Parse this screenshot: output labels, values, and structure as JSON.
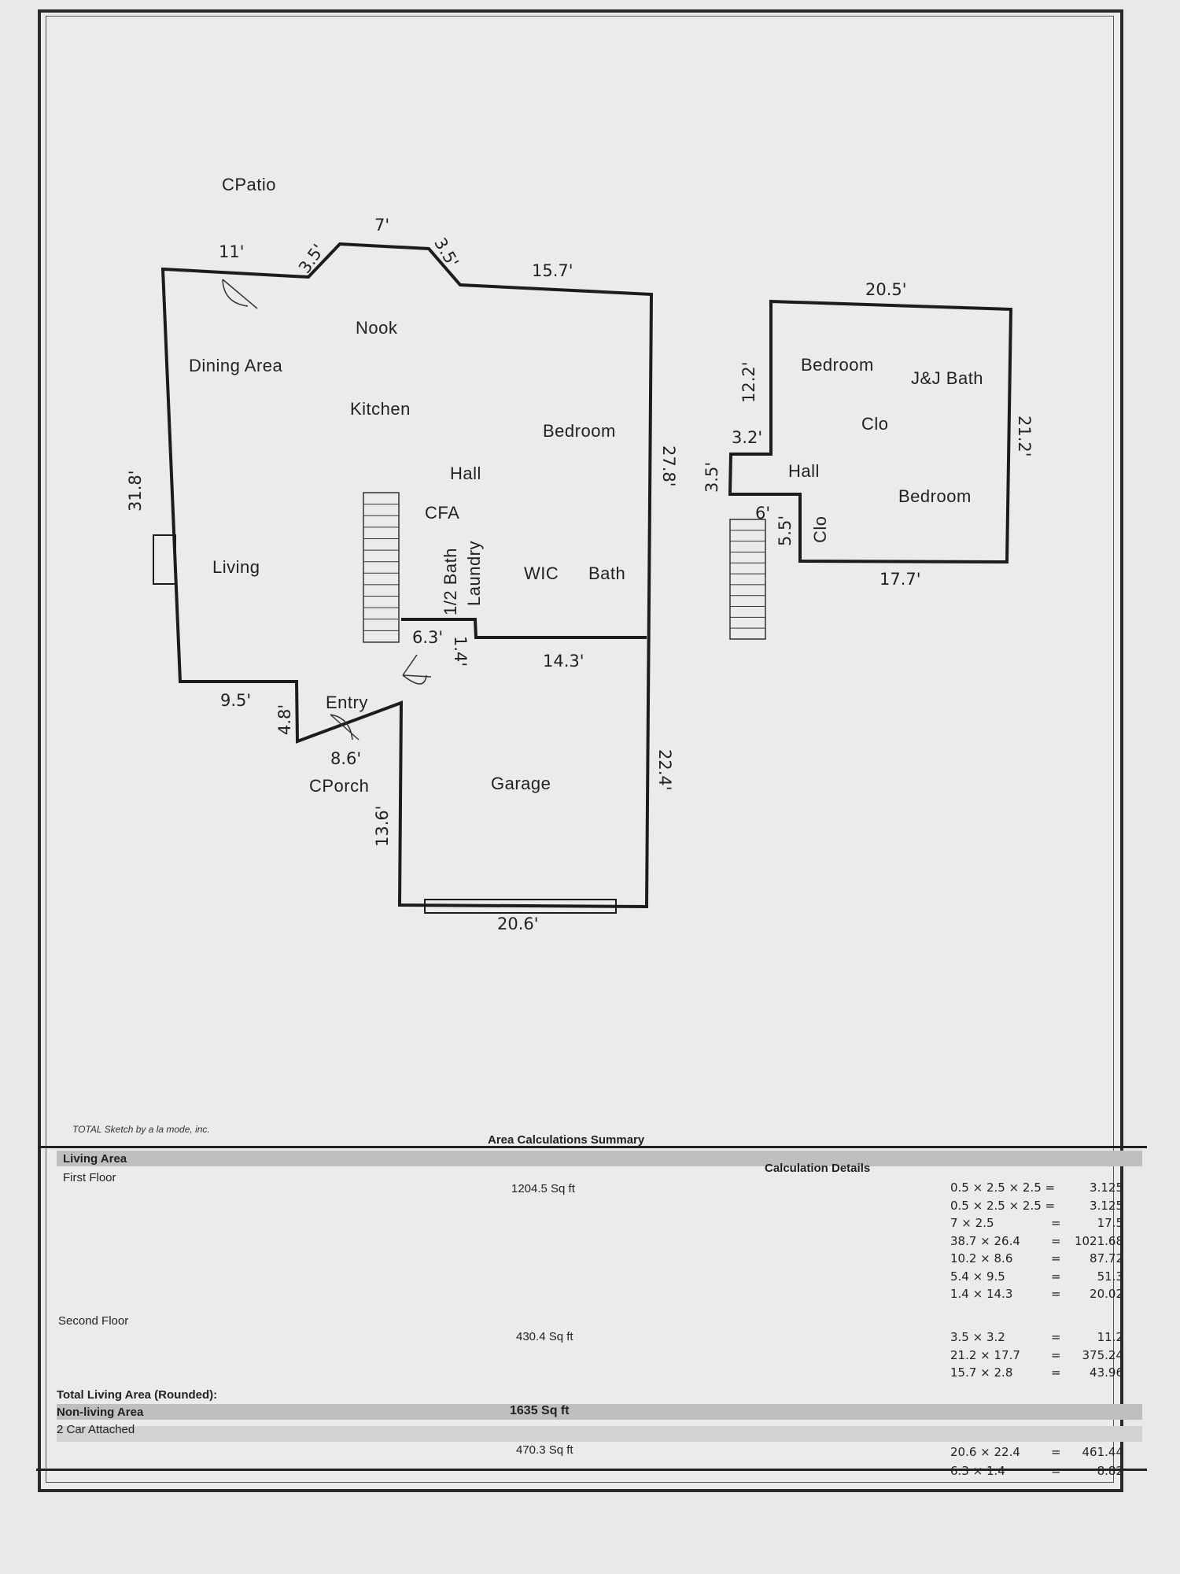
{
  "sketch": {
    "first_floor": {
      "rooms": {
        "cpatio": "CPatio",
        "nook": "Nook",
        "dining_area": "Dining Area",
        "kitchen": "Kitchen",
        "bedroom": "Bedroom",
        "hall": "Hall",
        "cfa": "CFA",
        "living": "Living",
        "half_bath": "1/2 Bath",
        "laundry": "Laundry",
        "wic": "WIC",
        "bath": "Bath",
        "entry": "Entry",
        "cporch": "CPorch",
        "garage": "Garage"
      },
      "dims": {
        "d11": "11'",
        "d3_5a": "3.5'",
        "d7": "7'",
        "d3_5b": "3.5'",
        "d15_7": "15.7'",
        "d31_8": "31.8'",
        "d27_8": "27.8'",
        "d6_3": "6.3'",
        "d1_4": "1.4'",
        "d14_3": "14.3'",
        "d9_5": "9.5'",
        "d4_8": "4.8'",
        "d8_6": "8.6'",
        "d13_6": "13.6'",
        "d22_4": "22.4'",
        "d20_6": "20.6'"
      }
    },
    "second_floor": {
      "rooms": {
        "bedroom_top": "Bedroom",
        "jj_bath": "J&J Bath",
        "clo_top": "Clo",
        "hall": "Hall",
        "bedroom_bottom": "Bedroom",
        "clo_side": "Clo"
      },
      "dims": {
        "d20_5": "20.5'",
        "d12_2": "12.2'",
        "d21_2": "21.2'",
        "d3_2": "3.2'",
        "d3_5": "3.5'",
        "d6": "6'",
        "d5_5": "5.5'",
        "d17_7": "17.7'"
      }
    }
  },
  "summary": {
    "credit": "TOTAL Sketch by a la mode, inc.",
    "title": "Area Calculations Summary",
    "living_area": "Living Area",
    "calculation_details": "Calculation Details",
    "first_floor": {
      "label": "First Floor",
      "area": "1204.5 Sq ft",
      "calcs": [
        {
          "expr": "0.5 × 2.5 × 2.5 =",
          "eq": "",
          "val": "3.125"
        },
        {
          "expr": "0.5 × 2.5 × 2.5 =",
          "eq": "",
          "val": "3.125"
        },
        {
          "expr": "7 × 2.5",
          "eq": "=",
          "val": "17.5"
        },
        {
          "expr": "38.7 × 26.4",
          "eq": "=",
          "val": "1021.68"
        },
        {
          "expr": "10.2 × 8.6",
          "eq": "=",
          "val": "87.72"
        },
        {
          "expr": "5.4 × 9.5",
          "eq": "=",
          "val": "51.3"
        },
        {
          "expr": "1.4 × 14.3",
          "eq": "=",
          "val": "20.02"
        }
      ]
    },
    "second_floor": {
      "label": "Second Floor",
      "area": "430.4 Sq ft",
      "calcs": [
        {
          "expr": "3.5 × 3.2",
          "eq": "=",
          "val": "11.2"
        },
        {
          "expr": "21.2 × 17.7",
          "eq": "=",
          "val": "375.24"
        },
        {
          "expr": "15.7 × 2.8",
          "eq": "=",
          "val": "43.96"
        }
      ]
    },
    "total_label": "Total Living Area (Rounded):",
    "total_value": "1635 Sq ft",
    "non_living_label": "Non-living Area",
    "garage": {
      "label": "2 Car Attached",
      "area": "470.3 Sq ft",
      "calcs": [
        {
          "expr": "20.6 × 22.4",
          "eq": "=",
          "val": "461.44"
        },
        {
          "expr": "6.3 × 1.4",
          "eq": "=",
          "val": "8.82"
        }
      ]
    }
  }
}
